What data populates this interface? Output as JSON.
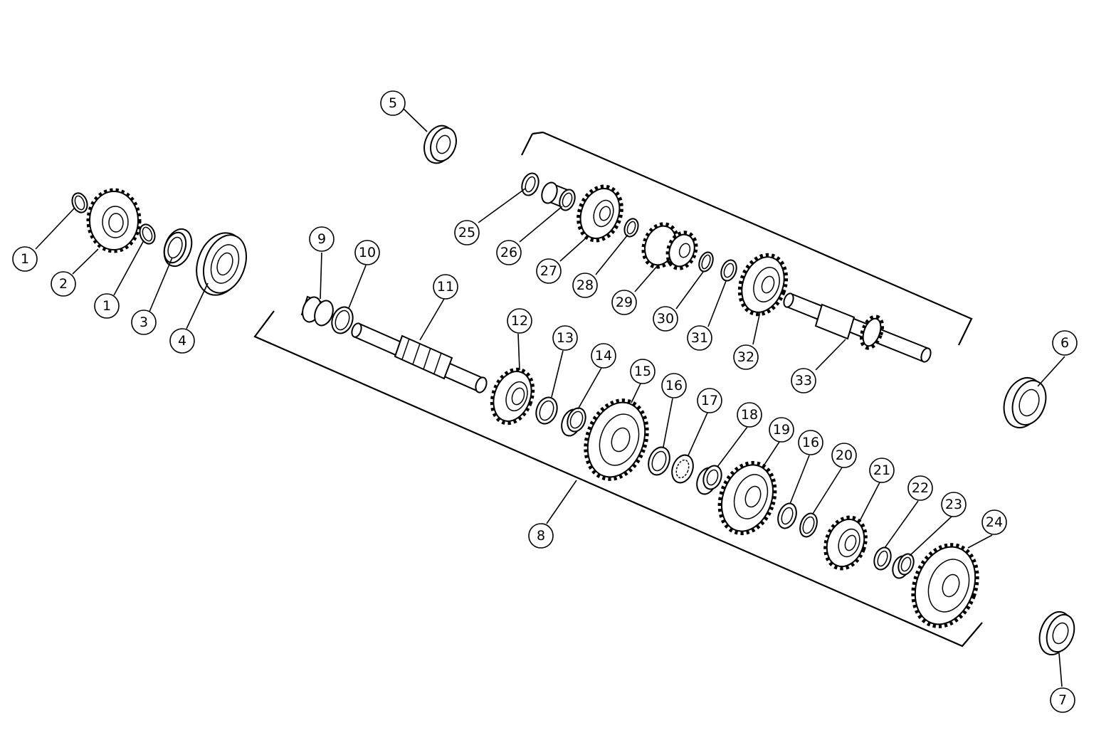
{
  "callouts": [
    "1",
    "2",
    "1",
    "3",
    "4",
    "5",
    "6",
    "7",
    "8",
    "9",
    "10",
    "11",
    "12",
    "13",
    "14",
    "15",
    "16",
    "17",
    "18",
    "19",
    "16",
    "20",
    "21",
    "22",
    "23",
    "24",
    "25",
    "26",
    "27",
    "28",
    "29",
    "30",
    "31",
    "32",
    "33"
  ]
}
